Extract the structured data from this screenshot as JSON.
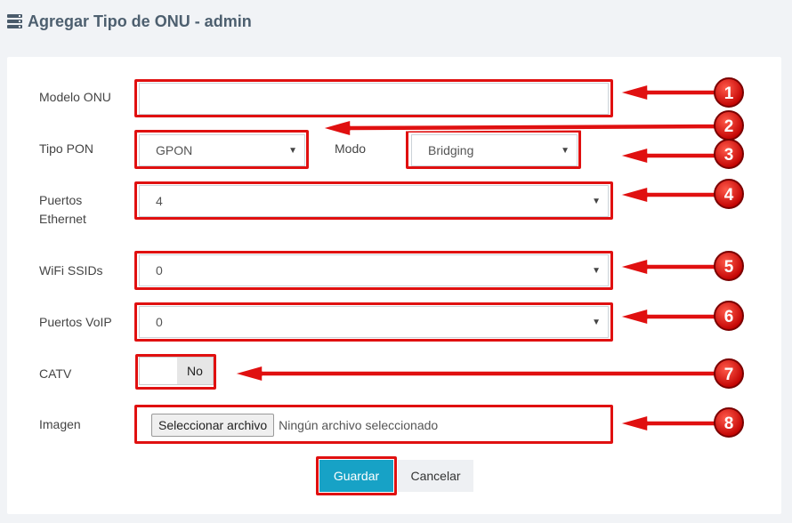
{
  "header": {
    "title": "Agregar Tipo de ONU - admin",
    "icon": "server-icon"
  },
  "form": {
    "modelo": {
      "label": "Modelo ONU",
      "value": ""
    },
    "tipo_pon": {
      "label": "Tipo PON",
      "value": "GPON"
    },
    "modo": {
      "label": "Modo",
      "value": "Bridging"
    },
    "puertos_ethernet": {
      "label_line1": "Puertos",
      "label_line2": "Ethernet",
      "value": "4"
    },
    "wifi": {
      "label": "WiFi SSIDs",
      "value": "0"
    },
    "voip": {
      "label": "Puertos VoIP",
      "value": "0"
    },
    "catv": {
      "label": "CATV",
      "value": "No"
    },
    "imagen": {
      "label": "Imagen",
      "button": "Seleccionar archivo",
      "status": "Ningún archivo seleccionado"
    }
  },
  "actions": {
    "save": "Guardar",
    "cancel": "Cancelar"
  },
  "annotations": {
    "color": "#e01010",
    "markers": [
      "1",
      "2",
      "3",
      "4",
      "5",
      "6",
      "7",
      "8"
    ]
  }
}
